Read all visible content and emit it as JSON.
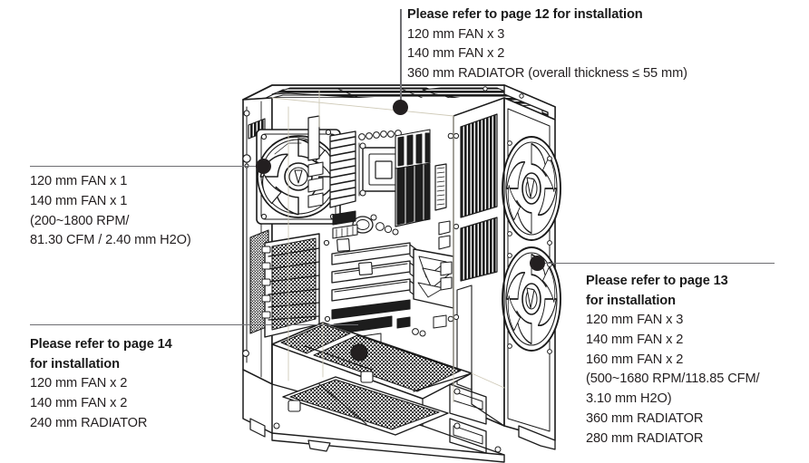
{
  "diagram": {
    "title": "PC case fan and radiator installation diagram",
    "subject": "mid-tower computer chassis, interior cutaway view",
    "line_color": "#6e6e72",
    "dot_color": "#231f20",
    "text_color": "#231f20",
    "heading_color": "#1a1a1a",
    "background": "#ffffff"
  },
  "callouts": {
    "top": {
      "name": "top-mount-callout",
      "heading": "Please refer to page 12 for installation",
      "lines": [
        "120 mm FAN x 3",
        "140 mm FAN x 2",
        "360 mm RADIATOR (overall thickness ≤ 55 mm)"
      ],
      "anchor": "top-panel-fan-mount"
    },
    "left": {
      "name": "rear-fan-callout",
      "heading": "",
      "lines": [
        "120 mm FAN x 1",
        "140 mm FAN x 1",
        "(200~1800 RPM/",
        "81.30 CFM / 2.40 mm H2O)"
      ],
      "anchor": "rear-exhaust-fan"
    },
    "bottom_left": {
      "name": "bottom-mount-callout",
      "heading_line1": "Please refer to page 14",
      "heading_line2": "for installation",
      "lines": [
        "120 mm FAN x 2",
        "140 mm FAN x 2",
        "240 mm RADIATOR"
      ],
      "anchor": "psu-shroud-fan-mount"
    },
    "right": {
      "name": "front-mount-callout",
      "heading_line1": "Please refer to page 13",
      "heading_line2": "for installation",
      "lines": [
        "120 mm FAN x 3",
        "140 mm FAN x 2",
        "160 mm FAN x 2",
        "(500~1680 RPM/118.85 CFM/",
        "3.10 mm H2O)",
        "360 mm RADIATOR",
        "280 mm RADIATOR"
      ],
      "anchor": "front-intake-fans"
    }
  },
  "case_parts": [
    {
      "name": "top-panel-vent",
      "label": "top panel mesh vent"
    },
    {
      "name": "rear-exhaust-fan",
      "label": "rear 120 mm exhaust fan"
    },
    {
      "name": "motherboard",
      "label": "ATX motherboard"
    },
    {
      "name": "cpu-socket",
      "label": "CPU socket"
    },
    {
      "name": "ram-slots",
      "label": "memory DIMM slots"
    },
    {
      "name": "pcie-slots",
      "label": "PCIe expansion slots"
    },
    {
      "name": "chipset-heatsink",
      "label": "chipset heatsink"
    },
    {
      "name": "expansion-slot-covers",
      "label": "rear expansion slot covers"
    },
    {
      "name": "front-intake-fan-upper",
      "label": "front intake fan upper"
    },
    {
      "name": "front-intake-fan-lower",
      "label": "front intake fan lower"
    },
    {
      "name": "psu-shroud",
      "label": "power supply shroud with mesh"
    },
    {
      "name": "bottom-dust-filter",
      "label": "bottom dust filter mesh"
    },
    {
      "name": "drive-bays",
      "label": "storage drive bays"
    },
    {
      "name": "rear-io-shield",
      "label": "rear I/O shield"
    }
  ]
}
